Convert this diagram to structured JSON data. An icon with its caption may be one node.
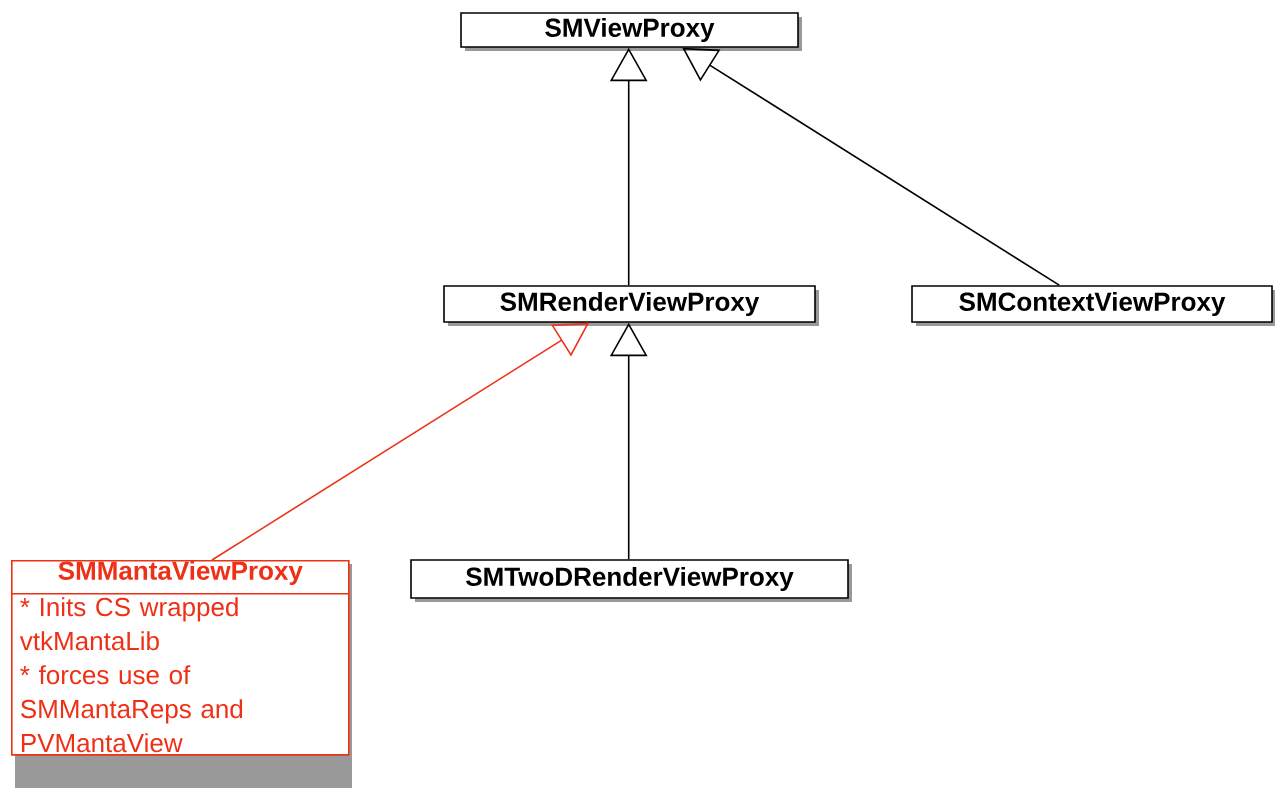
{
  "diagram": {
    "nodes": [
      {
        "text": [
          "SMViewProxy"
        ]
      },
      {
        "text": [
          "SMRenderViewProxy"
        ]
      },
      {
        "text": [
          "SMContextViewProxy"
        ]
      },
      {
        "text": [
          "SMMantaViewProxy",
          "* Inits CS wrapped vtkMantaLib",
          "* forces use of SMMantaReps and PVMantaView"
        ]
      },
      {
        "text": [
          "SMTwoDRenderViewProxy"
        ]
      }
    ],
    "edges": [
      {
        "from": 1,
        "to": 0,
        "arrow": "to"
      },
      {
        "from": 2,
        "to": 0,
        "arrow": "to"
      },
      {
        "from": 3,
        "to": 1,
        "arrow": "to",
        "color": "#ee3017"
      },
      {
        "from": 4,
        "to": 1,
        "arrow": "to"
      }
    ]
  }
}
